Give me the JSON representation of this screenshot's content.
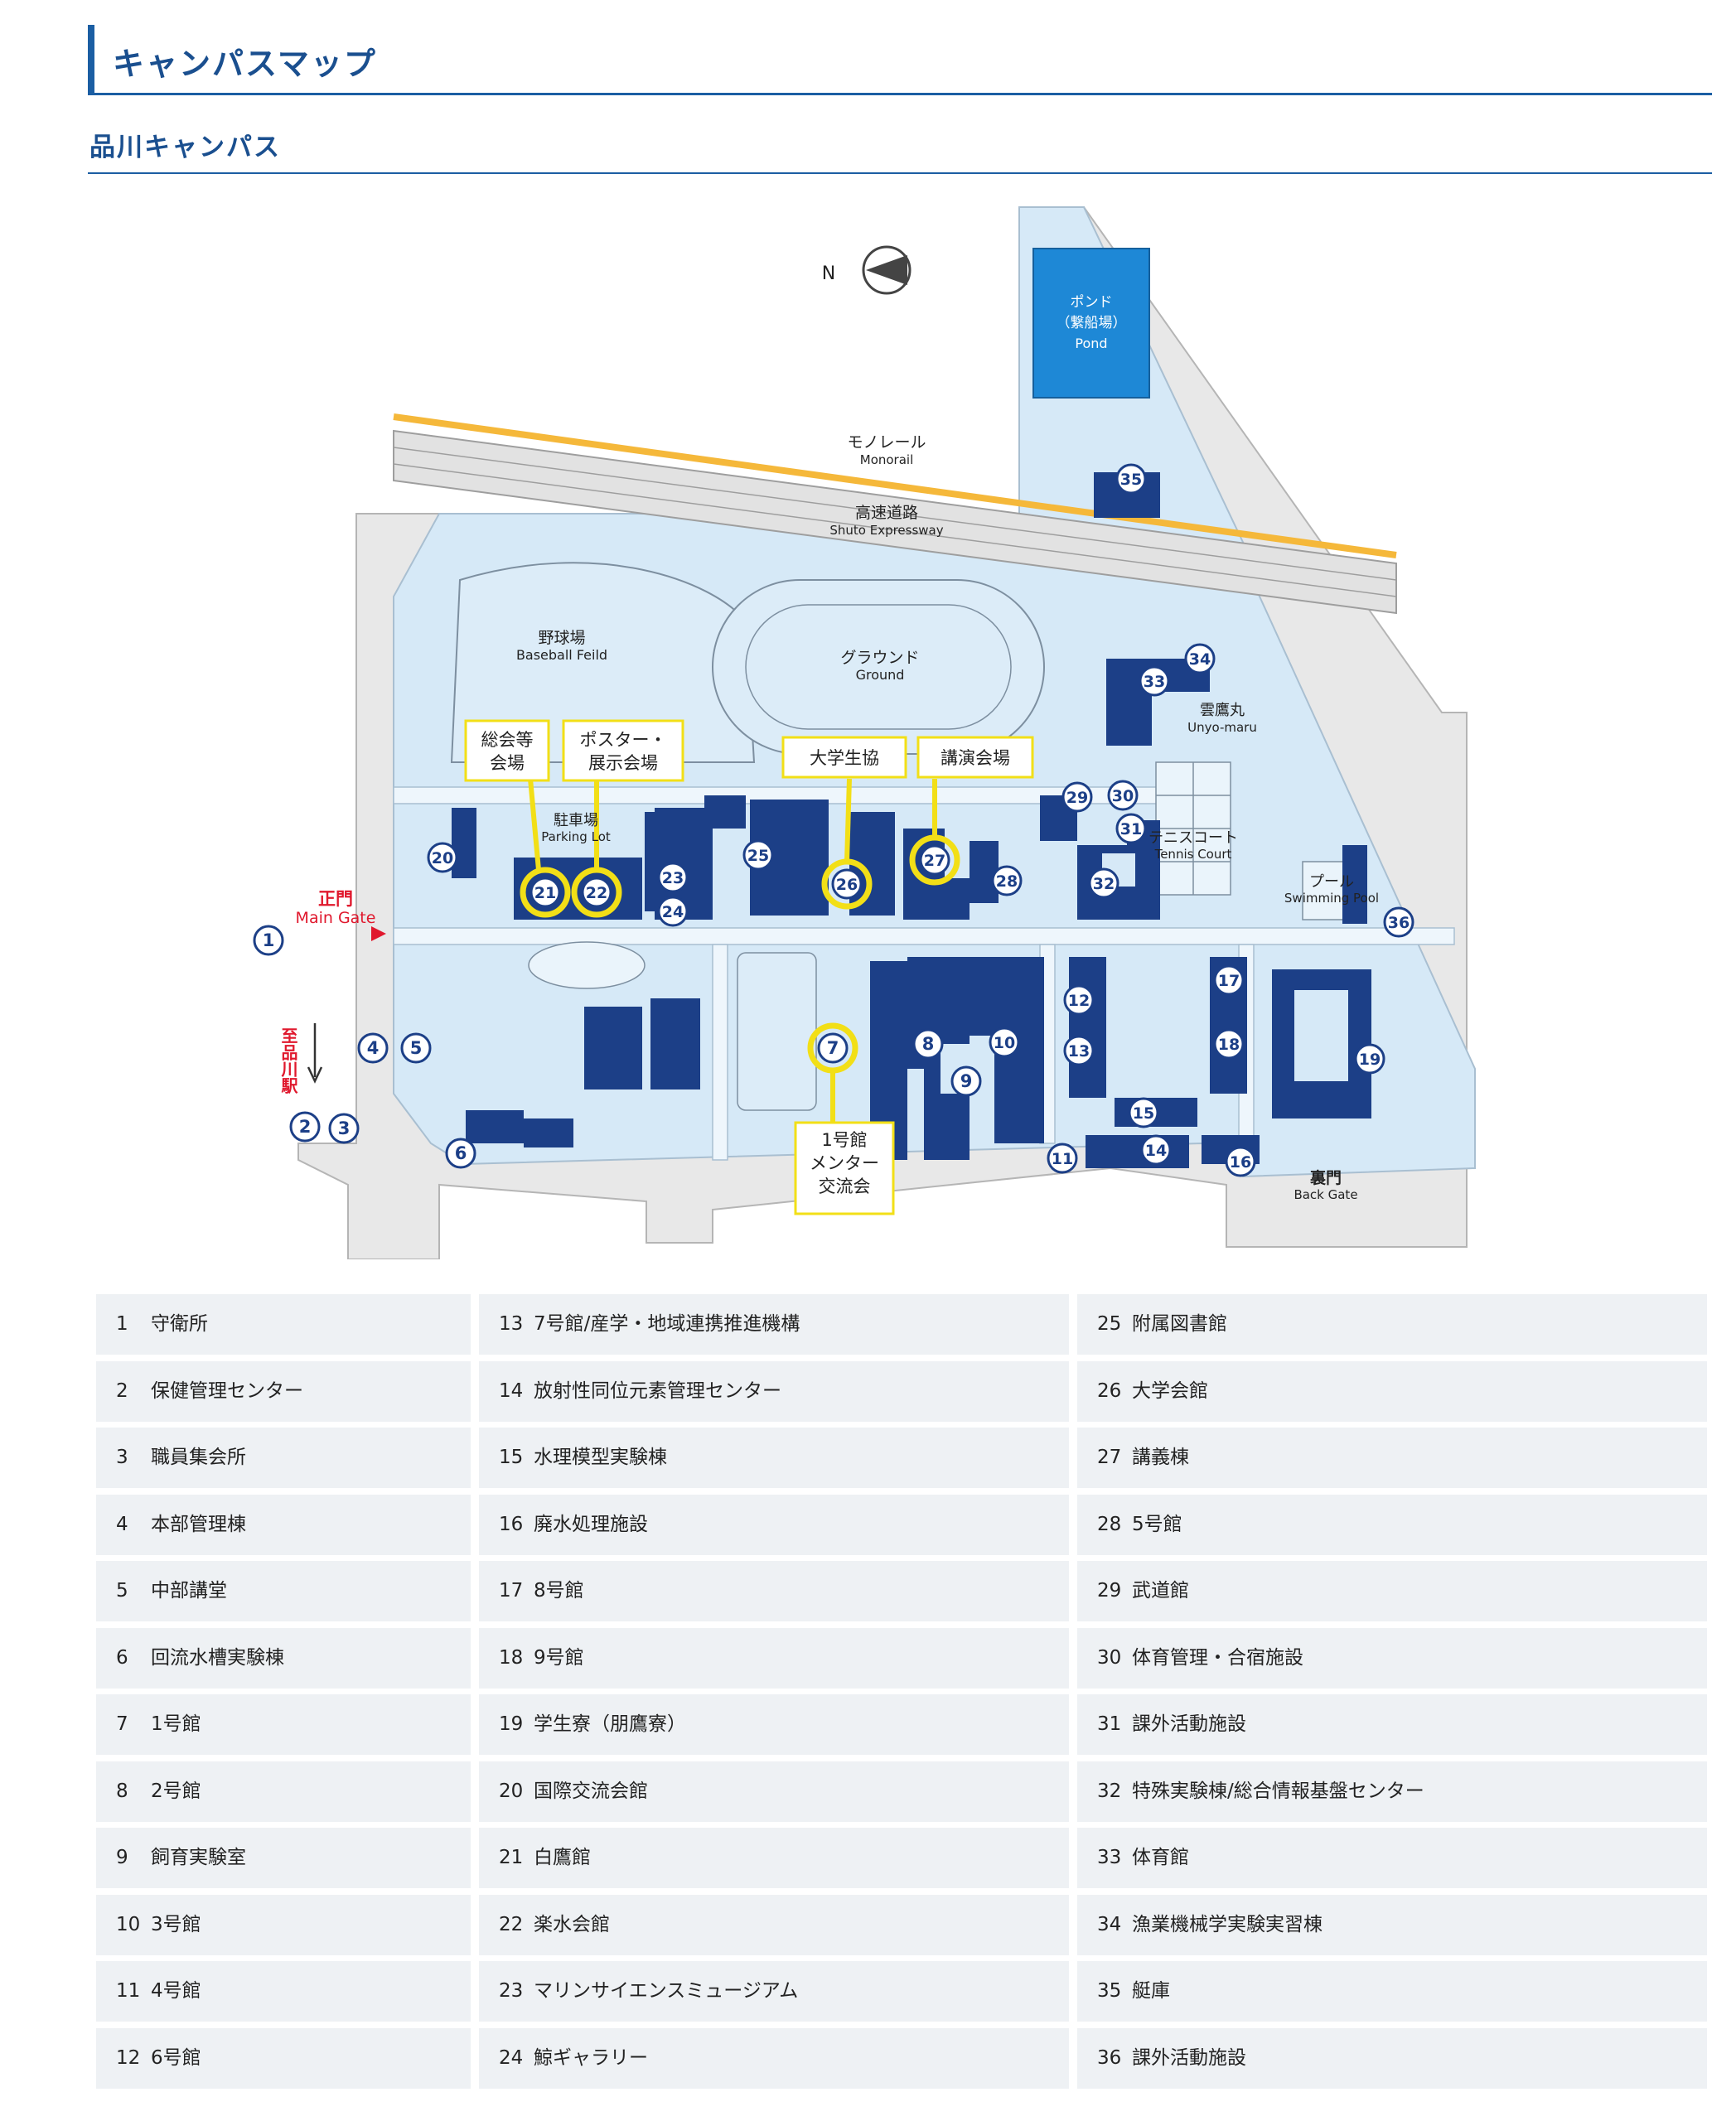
{
  "page_title": "キャンパスマップ",
  "section_title": "品川キャンパス",
  "map": {
    "north_label": "N",
    "pond_label": [
      "ポンド",
      "（繋船場）",
      "Pond"
    ],
    "monorail": [
      "モノレール",
      "Monorail"
    ],
    "expressway": [
      "高速道路",
      "Shuto Expressway"
    ],
    "baseball": [
      "野球場",
      "Baseball Feild"
    ],
    "ground": [
      "グラウンド",
      "Ground"
    ],
    "parking": [
      "駐車場",
      "Parking Lot"
    ],
    "tennis": [
      "テニスコート",
      "Tennis Court"
    ],
    "pool": [
      "プール",
      "Swimming Pool"
    ],
    "unyomaru": [
      "雲鷹丸",
      "Unyo-maru"
    ],
    "main_gate": [
      "正門",
      "Main Gate"
    ],
    "back_gate": [
      "裏門",
      "Back Gate"
    ],
    "station": "至品川駅",
    "callouts": {
      "c1": [
        "総会等",
        "会場"
      ],
      "c2": [
        "ポスター・",
        "展示会場"
      ],
      "c3": [
        "大学生協"
      ],
      "c4": [
        "講演会場"
      ],
      "c5": [
        "1号館",
        "メンター",
        "交流会"
      ]
    },
    "building_numbers": [
      "1",
      "2",
      "3",
      "4",
      "5",
      "6",
      "7",
      "8",
      "9",
      "10",
      "11",
      "12",
      "13",
      "14",
      "15",
      "16",
      "17",
      "18",
      "19",
      "20",
      "21",
      "22",
      "23",
      "24",
      "25",
      "26",
      "27",
      "28",
      "29",
      "30",
      "31",
      "32",
      "33",
      "34",
      "35",
      "36"
    ],
    "colors": {
      "campus": "#d6e9f7",
      "building": "#1c3f87",
      "pond": "#1e88d6",
      "rail": "#f5b83a",
      "callout": "#f2df17",
      "gate": "#e0182d"
    }
  },
  "legend": [
    {
      "num": "1",
      "name": "守衛所"
    },
    {
      "num": "2",
      "name": "保健管理センター"
    },
    {
      "num": "3",
      "name": "職員集会所"
    },
    {
      "num": "4",
      "name": "本部管理棟"
    },
    {
      "num": "5",
      "name": "中部講堂"
    },
    {
      "num": "6",
      "name": "回流水槽実験棟"
    },
    {
      "num": "7",
      "name": "1号館"
    },
    {
      "num": "8",
      "name": "2号館"
    },
    {
      "num": "9",
      "name": "飼育実験室"
    },
    {
      "num": "10",
      "name": "3号館"
    },
    {
      "num": "11",
      "name": "4号館"
    },
    {
      "num": "12",
      "name": "6号館"
    },
    {
      "num": "13",
      "name": "7号館/産学・地域連携推進機構"
    },
    {
      "num": "14",
      "name": "放射性同位元素管理センター"
    },
    {
      "num": "15",
      "name": "水理模型実験棟"
    },
    {
      "num": "16",
      "name": "廃水処理施設"
    },
    {
      "num": "17",
      "name": "8号館"
    },
    {
      "num": "18",
      "name": "9号館"
    },
    {
      "num": "19",
      "name": "学生寮（朋鷹寮）"
    },
    {
      "num": "20",
      "name": "国際交流会館"
    },
    {
      "num": "21",
      "name": "白鷹館"
    },
    {
      "num": "22",
      "name": "楽水会館"
    },
    {
      "num": "23",
      "name": "マリンサイエンスミュージアム"
    },
    {
      "num": "24",
      "name": "鯨ギャラリー"
    },
    {
      "num": "25",
      "name": "附属図書館"
    },
    {
      "num": "26",
      "name": "大学会館"
    },
    {
      "num": "27",
      "name": "講義棟"
    },
    {
      "num": "28",
      "name": "5号館"
    },
    {
      "num": "29",
      "name": "武道館"
    },
    {
      "num": "30",
      "name": "体育管理・合宿施設"
    },
    {
      "num": "31",
      "name": "課外活動施設"
    },
    {
      "num": "32",
      "name": "特殊実験棟/総合情報基盤センター"
    },
    {
      "num": "33",
      "name": "体育館"
    },
    {
      "num": "34",
      "name": "漁業機械学実験実習棟"
    },
    {
      "num": "35",
      "name": "艇庫"
    },
    {
      "num": "36",
      "name": "課外活動施設"
    }
  ]
}
